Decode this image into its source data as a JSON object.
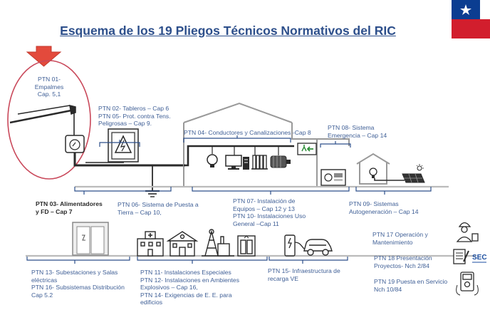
{
  "title": "Esquema de los 19 Pliegos Técnicos Normativos del RIC",
  "colors": {
    "title": "#2d4f8b",
    "label": "#3f5f96",
    "flag_blue": "#0b3d91",
    "flag_red": "#d21e2d",
    "arrow_red": "#e34a3c",
    "circle_red": "#c9485a",
    "sec_blue": "#1d4fa0"
  },
  "labels": {
    "ptn01": [
      "PTN 01-",
      "Empalmes",
      "Cap. 5,1"
    ],
    "ptn02": [
      "PTN 02- Tableros – Cap 6",
      "PTN 05- Prot. contra Tens.",
      "Peligrosas – Cap 9."
    ],
    "ptn04": [
      "PTN 04- Conductores y Canalizaciones -Cap 8"
    ],
    "ptn08": [
      "PTN 08- Sistema",
      "Emergencia – Cap 14"
    ],
    "ptn03": [
      "PTN 03- Alimentadores",
      "y FD – Cap 7"
    ],
    "ptn06": [
      "PTN 06- Sistema de Puesta a",
      "Tierra – Cap 10,"
    ],
    "ptn07": [
      "PTN 07- Instalación de",
      "Equipos – Cap 12 y 13",
      "PTN 10- Instalaciones Uso",
      "General –Cap 11"
    ],
    "ptn09": [
      "PTN 09- Sistemas",
      "Autogeneración – Cap 14"
    ],
    "ptn17": [
      "PTN 17 Operación y",
      "Mantenimiento"
    ],
    "ptn18": [
      "PTN 18 Presentación",
      "Proyectos- Nch 2/84"
    ],
    "ptn19": [
      "PTN 19 Puesta en Servicio",
      "Nch 10/84"
    ],
    "ptn13": [
      "PTN 13- Subestaciones y Salas",
      "eléctricas",
      "PTN 16- Subsistemas Distribución",
      "Cap 5.2"
    ],
    "ptn11": [
      "PTN 11- Instalaciones Especiales",
      "PTN 12- Instalaciones en Ambientes",
      "Explosivos – Cap 16,",
      "PTN 14- Exigencias de E. E. para",
      "edificios"
    ],
    "ptn15": [
      "PTN 15- Infraestructura de",
      "recarga VE"
    ]
  },
  "logo_text": "SEC",
  "icons": [
    "flag-icon",
    "down-arrow-icon",
    "power-pole-icon",
    "meter-icon",
    "switchboard-icon",
    "ground-icon",
    "house-icon",
    "lamp-icon",
    "computer-icon",
    "server-icon",
    "heater-icon",
    "motor-icon",
    "exit-sign-icon",
    "generator-icon",
    "small-house-icon",
    "solar-panel-icon",
    "substation-cabinet-icon",
    "hospital-icon",
    "school-icon",
    "mine-icon",
    "elevator-icon",
    "charging-station-icon",
    "car-icon",
    "technician-icon",
    "document-icon",
    "sec-logo",
    "multimeter-icon"
  ]
}
